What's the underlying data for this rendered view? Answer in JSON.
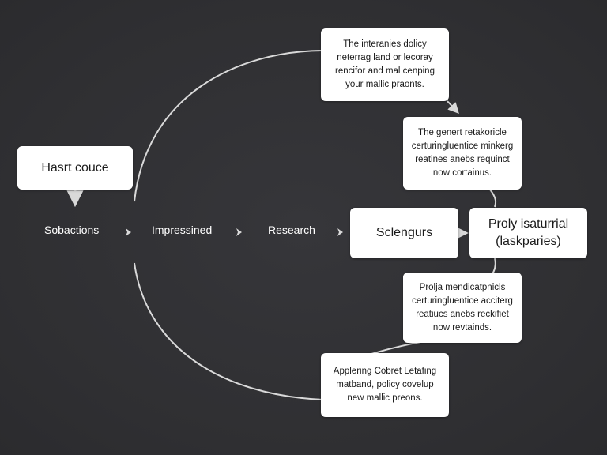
{
  "start_box": {
    "text": "Hasrt couce"
  },
  "flow": {
    "step1": "Sobactions",
    "step2": "Impressined",
    "step3": "Research"
  },
  "center_box": {
    "text": "Sclengurs"
  },
  "right_box": {
    "text": "Proly isaturrial\n(laskparies)"
  },
  "cards": {
    "top": "The interanies dolicy\nneterrag land or lecoray\nrencifor and mal cenping\nyour mallic praonts.",
    "upper_right": "The genert retakoricle\ncerturingluentice minkerg\nreatines anebs requinct\nnow cortainus.",
    "lower_right": "Prolja mendicatpnicls\ncerturingluentice acciterg\nreatiucs anebs reckifiet\nnow revtainds.",
    "bottom": "Applering Cobret Letafing\nmatband, policy covelup\nnew mallic preons."
  },
  "icons": {
    "flow_arrow": "chevron-right-icon",
    "down_arrow": "arrow-down-icon"
  },
  "colors": {
    "background": "#303033",
    "box": "#ffffff",
    "line": "#d9d9d9",
    "text_light": "#ffffff",
    "text_dark": "#1a1a1a"
  }
}
